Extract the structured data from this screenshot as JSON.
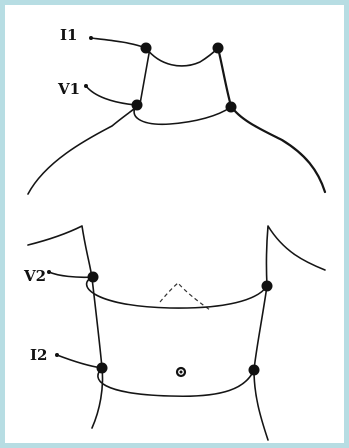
{
  "labels": {
    "i1": "I1",
    "v1": "V1",
    "v2": "V2",
    "i2": "I2"
  },
  "colors": {
    "frame": "#b7dde3",
    "background": "#ffffff",
    "ink": "#111111"
  }
}
